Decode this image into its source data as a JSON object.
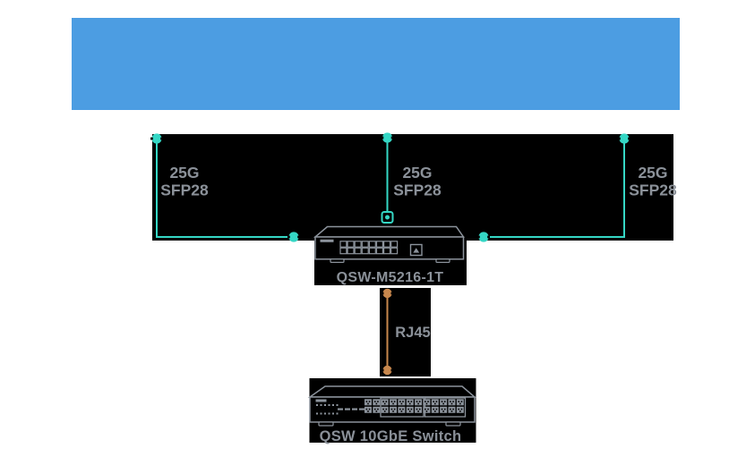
{
  "banner": {
    "bg_color": "#4c9de2"
  },
  "colors": {
    "fiber_link": "#35d7c5",
    "copper_link": "#c7874d",
    "label_gray": "#8b9199",
    "device_gray": "#8c939c",
    "panel_black": "#000000"
  },
  "connections": {
    "left": {
      "speed": "25G",
      "type": "SFP28"
    },
    "middle": {
      "speed": "25G",
      "type": "SFP28"
    },
    "right": {
      "speed": "25G",
      "type": "SFP28"
    },
    "downlink": {
      "type": "RJ45"
    }
  },
  "devices": {
    "core_switch": {
      "model": "QSW-M5216-1T"
    },
    "edge_switch": {
      "model": "QSW 10GbE Switch"
    }
  }
}
